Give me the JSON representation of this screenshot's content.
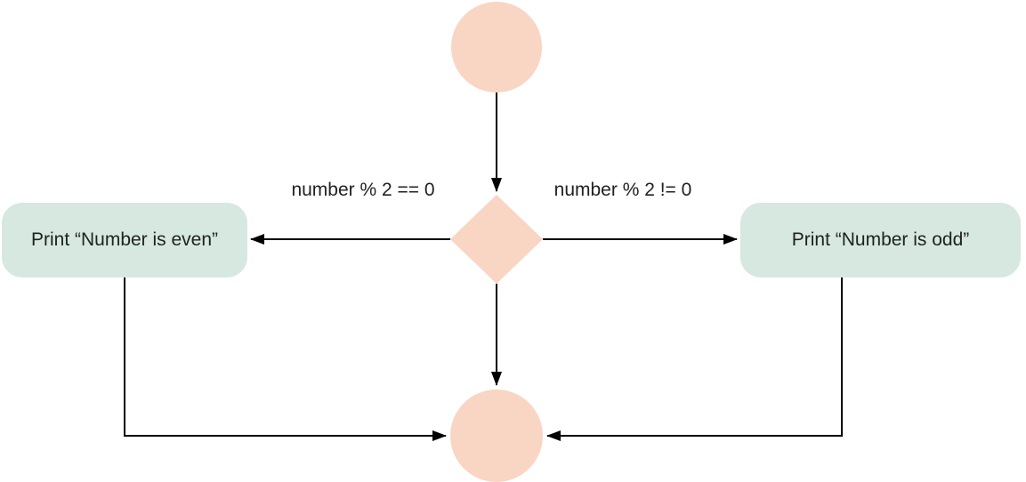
{
  "colors": {
    "background": "#FFFFFF",
    "terminal_fill": "#F9D5C3",
    "decision_fill": "#F9D5C3",
    "process_fill": "#D6E8E0",
    "line": "#000000",
    "text": "#212121"
  },
  "diagram": {
    "type": "flowchart",
    "nodes": {
      "start": {
        "shape": "circle"
      },
      "decision": {
        "shape": "diamond"
      },
      "print_even": {
        "shape": "rounded-rect",
        "label": "Print “Number is even”"
      },
      "print_odd": {
        "shape": "rounded-rect",
        "label": "Print “Number is odd”"
      },
      "end": {
        "shape": "circle"
      }
    },
    "edge_labels": {
      "even_condition": "number % 2 == 0",
      "odd_condition": "number % 2 != 0"
    }
  }
}
